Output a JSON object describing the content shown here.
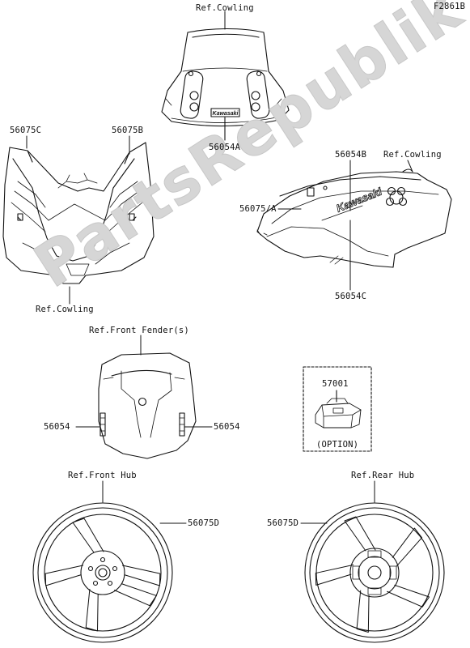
{
  "figure_code": "F2861B",
  "watermark": "PartsRepublik",
  "windshield": {
    "ref_label": "Ref.Cowling",
    "part_label": "56054A",
    "decal_text": "Kawasaki"
  },
  "upper_cowl": {
    "left_label": "56075C",
    "right_label": "56075B",
    "ref_label": "Ref.Cowling"
  },
  "side_cowl": {
    "label_a": "56075/A",
    "label_b": "56054B",
    "label_c": "56054C",
    "ref_label": "Ref.Cowling",
    "decal_text": "Kawasaki"
  },
  "front_fender": {
    "ref_label": "Ref.Front Fender(s)",
    "left_label": "56054",
    "right_label": "56054"
  },
  "option_part": {
    "number": "57001",
    "caption": "(OPTION)"
  },
  "front_wheel": {
    "ref_label": "Ref.Front Hub",
    "part_label": "56075D"
  },
  "rear_wheel": {
    "ref_label": "Ref.Rear Hub",
    "part_label": "56075D"
  }
}
